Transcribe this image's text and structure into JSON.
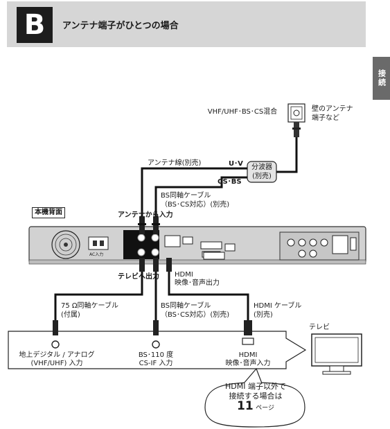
{
  "header": {
    "badge": "B",
    "title": "アンテナ端子がひとつの場合"
  },
  "side_tab": "接続",
  "wall": {
    "source": "VHF/UHF･BS･CS混合",
    "jack_l1": "壁のアンテナ",
    "jack_l2": "端子など"
  },
  "cables": {
    "antenna_cable": "アンテナ線(別売)",
    "uv": "U･V",
    "cs_bs": "CS･BS",
    "splitter_l1": "分波器",
    "splitter_l2": "(別売)",
    "bs_coax_top_l1": "BS同軸ケーブル",
    "bs_coax_top_l2": "（BS･CS対応）(別売)",
    "coax75_l1": "75 Ω同軸ケーブル",
    "coax75_l2": "(付属)",
    "bs_coax_bot_l1": "BS同軸ケーブル",
    "bs_coax_bot_l2": "（BS･CS対応）(別売)",
    "hdmi_cable_l1": "HDMI ケーブル",
    "hdmi_cable_l2": "(別売)"
  },
  "recorder": {
    "back_label": "本機背面",
    "antenna_in": "アンテナから入力",
    "to_tv": "テレビへ出力",
    "hdmi_out_l1": "HDMI",
    "hdmi_out_l2": "映像･音声出力",
    "ac_label": "AC入力"
  },
  "tv": {
    "label": "テレビ",
    "input1_l1": "地上デジタル / アナログ",
    "input1_l2": "(VHF/UHF) 入力",
    "input2_l1": "BS･110 度",
    "input2_l2": "CS-IF 入力",
    "input3_l1": "HDMI",
    "input3_l2": "映像･音声入力"
  },
  "callout": {
    "line1": "HDMI 端子以外で",
    "line2": "接続する場合は",
    "page": "11",
    "page_suffix": "ページ"
  },
  "colors": {
    "header_bg": "#d6d6d6",
    "badge_bg": "#1d1d1d",
    "side_tab": "#6a6a6a",
    "device": "#d2d2d2",
    "cable": "#1a1a1a"
  }
}
